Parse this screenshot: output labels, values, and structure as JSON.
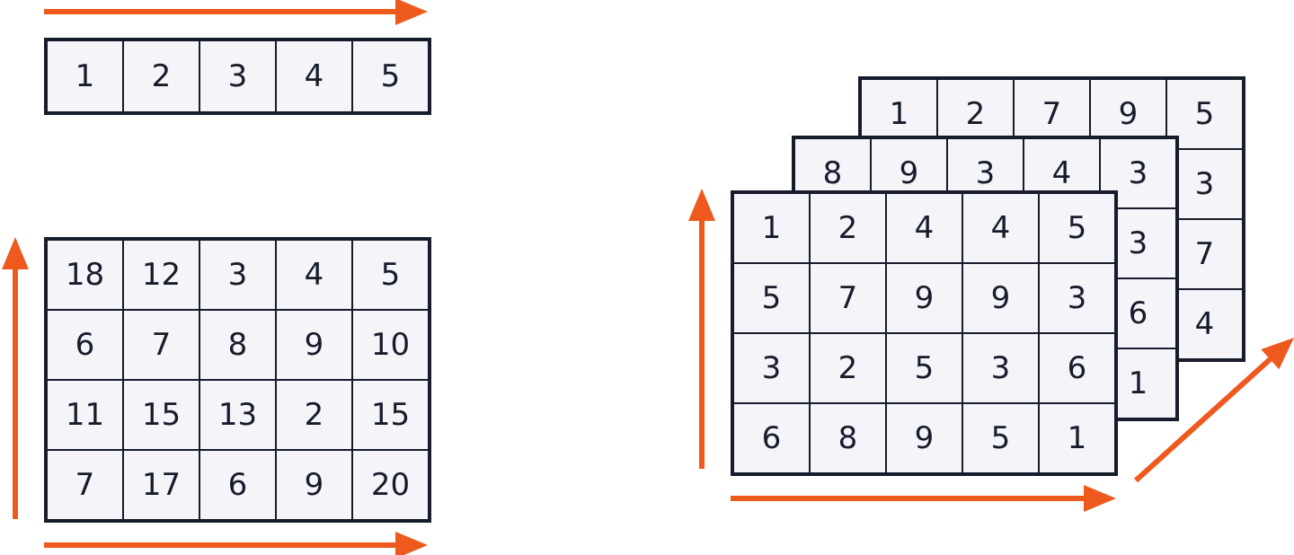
{
  "colors": {
    "arrow": "#ee5a1e",
    "grid_line": "#161c2b",
    "cell_fill": "#f4f4f9",
    "text": "#161c2b"
  },
  "vector": {
    "values": [
      "1",
      "2",
      "3",
      "4",
      "5"
    ]
  },
  "matrix": {
    "rows": [
      [
        "18",
        "12",
        "3",
        "4",
        "5"
      ],
      [
        "6",
        "7",
        "8",
        "9",
        "10"
      ],
      [
        "11",
        "15",
        "13",
        "2",
        "15"
      ],
      [
        "7",
        "17",
        "6",
        "9",
        "20"
      ]
    ]
  },
  "tensor": {
    "back_layer": {
      "top_row": [
        "1",
        "2",
        "7",
        "9",
        "5"
      ],
      "right_column": [
        "3",
        "7",
        "4"
      ]
    },
    "middle_layer": {
      "top_row": [
        "8",
        "9",
        "3",
        "4",
        "3"
      ],
      "right_column": [
        "3",
        "6",
        "1"
      ]
    },
    "front_layer": {
      "rows": [
        [
          "1",
          "2",
          "4",
          "4",
          "5"
        ],
        [
          "5",
          "7",
          "9",
          "9",
          "3"
        ],
        [
          "3",
          "2",
          "5",
          "3",
          "6"
        ],
        [
          "6",
          "8",
          "9",
          "5",
          "1"
        ]
      ]
    }
  }
}
